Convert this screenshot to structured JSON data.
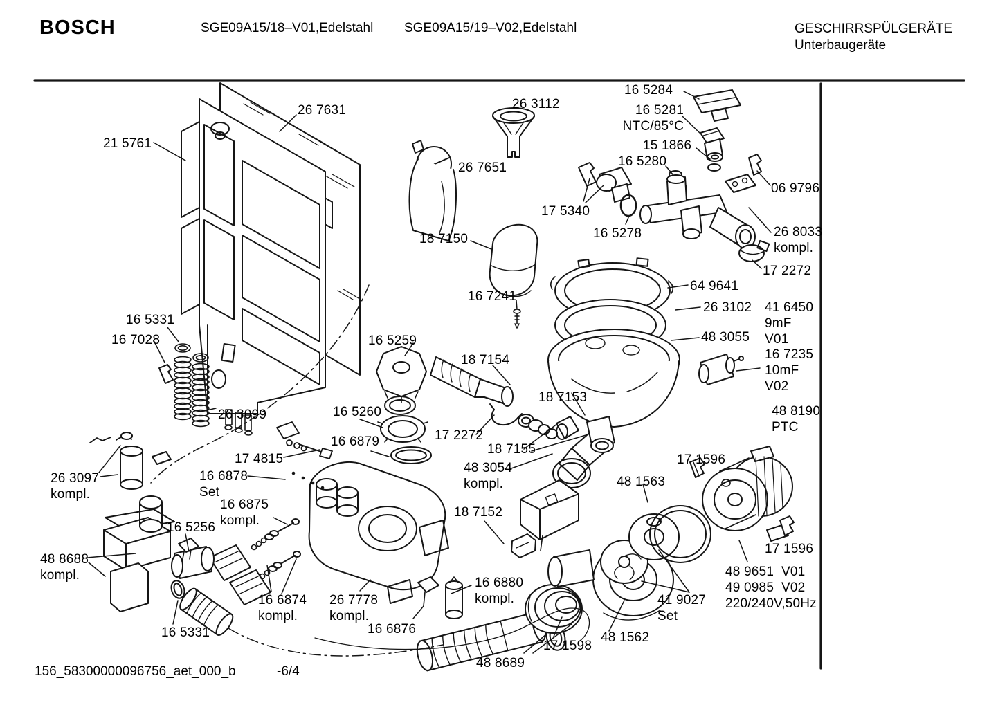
{
  "header": {
    "brand": "BOSCH",
    "model_left": "SGE09A15/18–V01,Edelstahl",
    "model_right": "SGE09A15/19–V02,Edelstahl",
    "title_line1": "GESCHIRRSPÜLGERÄTE",
    "title_line2": "Unterbaugeräte"
  },
  "footer": {
    "document_code": "156_58300000096756_aet_000_b",
    "page_ref": "-6/4"
  },
  "part_labels": [
    {
      "text": "26 7631"
    },
    {
      "text": "21 5761"
    },
    {
      "text": "26 3112"
    },
    {
      "text": "16 5284"
    },
    {
      "text": "16 5281\nNTC/85°C"
    },
    {
      "text": "15 1866"
    },
    {
      "text": "16 5280"
    },
    {
      "text": "06 9796"
    },
    {
      "text": "17 5340"
    },
    {
      "text": "26 7651"
    },
    {
      "text": "16 5278"
    },
    {
      "text": "26 8033\nkompl."
    },
    {
      "text": "17 2272"
    },
    {
      "text": "18 7150"
    },
    {
      "text": "64 9641"
    },
    {
      "text": "26 3102"
    },
    {
      "text": "41 6450\n9mF\nV01"
    },
    {
      "text": "48 3055"
    },
    {
      "text": "16 7235\n10mF\nV02"
    },
    {
      "text": "16 7241"
    },
    {
      "text": "16 5259"
    },
    {
      "text": "18 7154"
    },
    {
      "text": "18 7153"
    },
    {
      "text": "48 8190\nPTC"
    },
    {
      "text": "16 5331"
    },
    {
      "text": "16 7028"
    },
    {
      "text": "16 5260"
    },
    {
      "text": "26 3099"
    },
    {
      "text": "17 2272"
    },
    {
      "text": "16 6879"
    },
    {
      "text": "18 7155"
    },
    {
      "text": "17 4815"
    },
    {
      "text": "48 3054\nkompl."
    },
    {
      "text": "48 1563"
    },
    {
      "text": "17 1596"
    },
    {
      "text": "16 6878\nSet"
    },
    {
      "text": "26 3097\nkompl."
    },
    {
      "text": "16 6875\nkompl."
    },
    {
      "text": "18 7152"
    },
    {
      "text": "16 5256"
    },
    {
      "text": "48 8688\nkompl."
    },
    {
      "text": "16 6880\nkompl."
    },
    {
      "text": "16 6874\nkompl."
    },
    {
      "text": "26 7778\nkompl."
    },
    {
      "text": "16 6876"
    },
    {
      "text": "17 1596"
    },
    {
      "text": "48 9651  V01"
    },
    {
      "text": "49 0985  V02"
    },
    {
      "text": "220/240V,50Hz"
    },
    {
      "text": "41 9027\nSet"
    },
    {
      "text": "16 5331"
    },
    {
      "text": "17 1598"
    },
    {
      "text": "48 1562"
    },
    {
      "text": "48 8689"
    }
  ]
}
